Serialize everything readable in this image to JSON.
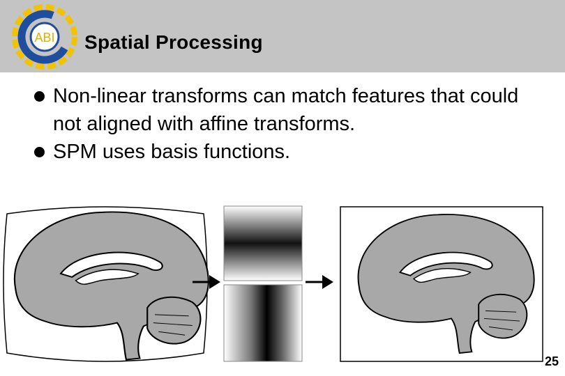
{
  "header": {
    "logo_text": "ABI",
    "title": "Spatial Processing"
  },
  "bullets": [
    {
      "text": "Non-linear transforms can match features that could not aligned with affine transforms."
    },
    {
      "text": "SPM uses basis functions."
    }
  ],
  "figure": {
    "panels": [
      "warped-brain",
      "basis-function-horizontal",
      "basis-function-vertical",
      "normalized-brain"
    ],
    "arrow_icon": "right-arrow-icon"
  },
  "footer": {
    "page_number": "25"
  },
  "colors": {
    "header_bg": "#c4c4c4",
    "logo_blue": "#1f4e9e",
    "logo_yellow": "#f2c300",
    "brain_fill": "#a8a8a8"
  }
}
